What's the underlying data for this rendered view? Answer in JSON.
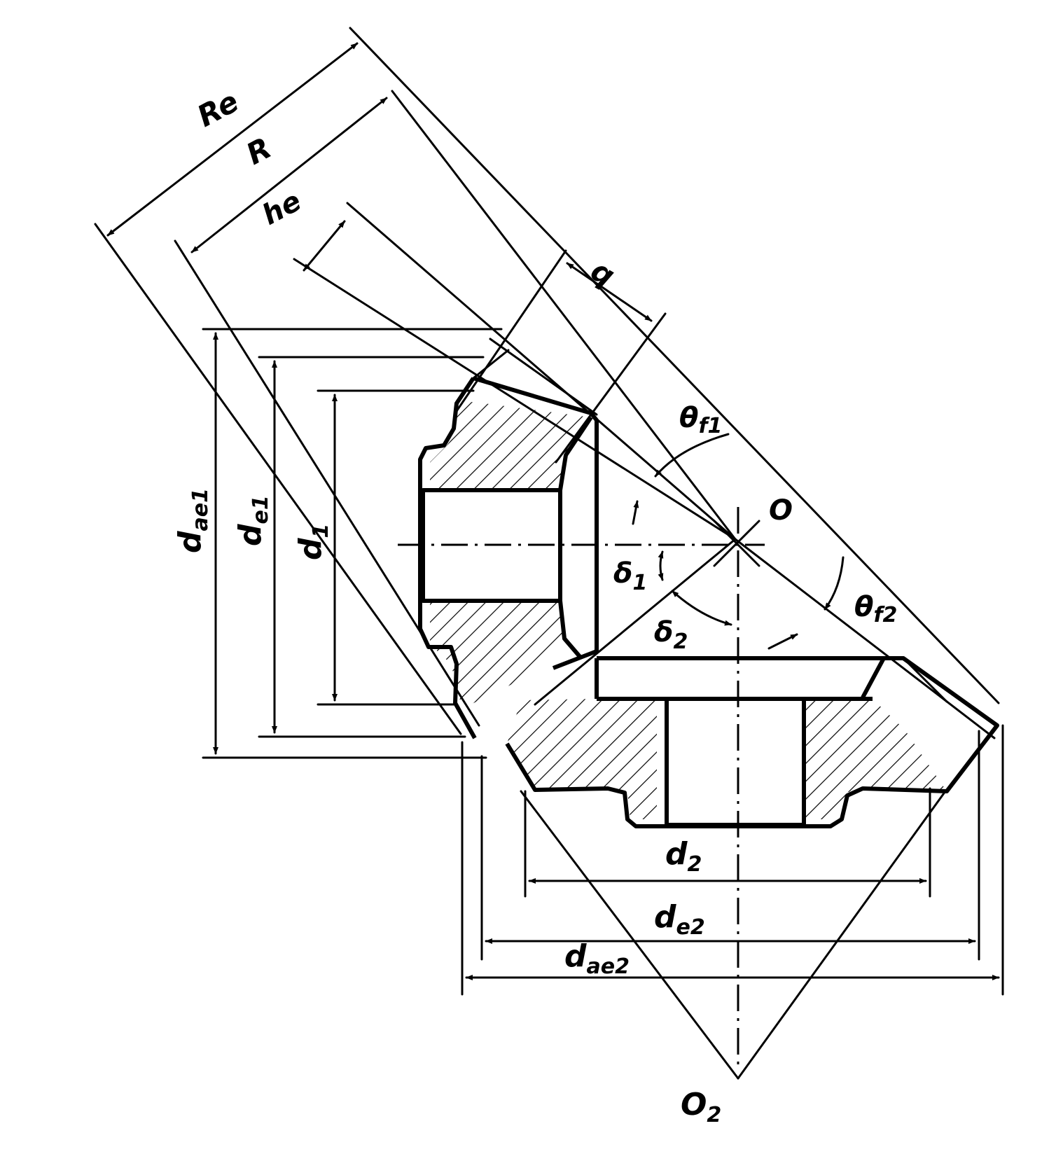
{
  "diagram": {
    "labels": {
      "Re": "Re",
      "R": "R",
      "he": "he",
      "b": "b",
      "theta_f1": {
        "main": "θ",
        "sub": "f1"
      },
      "theta_f2": {
        "main": "θ",
        "sub": "f2"
      },
      "O": "O",
      "O2": {
        "main": "O",
        "sub": "2"
      },
      "delta1": {
        "main": "δ",
        "sub": "1"
      },
      "delta2": {
        "main": "δ",
        "sub": "2"
      },
      "dae1": {
        "main": "d",
        "sub": "ae1"
      },
      "de1": {
        "main": "d",
        "sub": "e1"
      },
      "d1": {
        "main": "d",
        "sub": "1"
      },
      "d2": {
        "main": "d",
        "sub": "2"
      },
      "de2": {
        "main": "d",
        "sub": "e2"
      },
      "dae2": {
        "main": "d",
        "sub": "ae2"
      }
    },
    "colors": {
      "ink": "#000000",
      "paper": "#ffffff"
    }
  }
}
